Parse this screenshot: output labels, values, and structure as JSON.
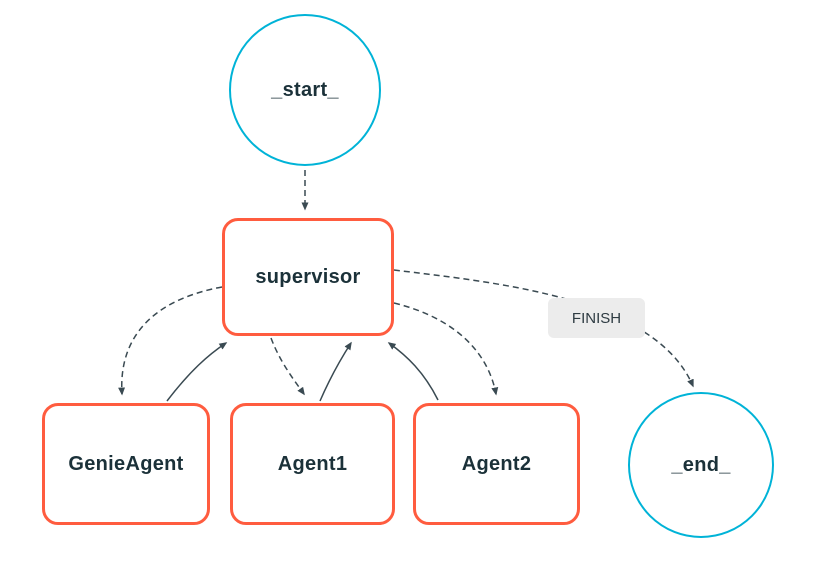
{
  "diagram": {
    "type": "state-graph",
    "nodes": {
      "start": {
        "label": "_start_",
        "shape": "circle",
        "border_color": "#00b3d7"
      },
      "supervisor": {
        "label": "supervisor",
        "shape": "rounded-rect",
        "border_color": "#ff5c3f"
      },
      "genie_agent": {
        "label": "GenieAgent",
        "shape": "rounded-rect",
        "border_color": "#ff5c3f"
      },
      "agent1": {
        "label": "Agent1",
        "shape": "rounded-rect",
        "border_color": "#ff5c3f"
      },
      "agent2": {
        "label": "Agent2",
        "shape": "rounded-rect",
        "border_color": "#ff5c3f"
      },
      "end": {
        "label": "_end_",
        "shape": "circle",
        "border_color": "#00b3d7"
      }
    },
    "edges": [
      {
        "from": "_start_",
        "to": "supervisor",
        "style": "dashed"
      },
      {
        "from": "supervisor",
        "to": "GenieAgent",
        "style": "dashed"
      },
      {
        "from": "GenieAgent",
        "to": "supervisor",
        "style": "solid"
      },
      {
        "from": "supervisor",
        "to": "Agent1",
        "style": "dashed"
      },
      {
        "from": "Agent1",
        "to": "supervisor",
        "style": "solid"
      },
      {
        "from": "supervisor",
        "to": "Agent2",
        "style": "dashed"
      },
      {
        "from": "Agent2",
        "to": "supervisor",
        "style": "solid"
      },
      {
        "from": "supervisor",
        "to": "_end_",
        "style": "dashed",
        "label": "FINISH"
      }
    ],
    "edge_labels": {
      "finish": "FINISH"
    },
    "colors": {
      "circle_border": "#00b3d7",
      "rect_border": "#ff5c3f",
      "node_text": "#1b3139",
      "edge_stroke": "#3a4a52",
      "edge_label_bg": "#ececec",
      "background": "#ffffff"
    }
  }
}
